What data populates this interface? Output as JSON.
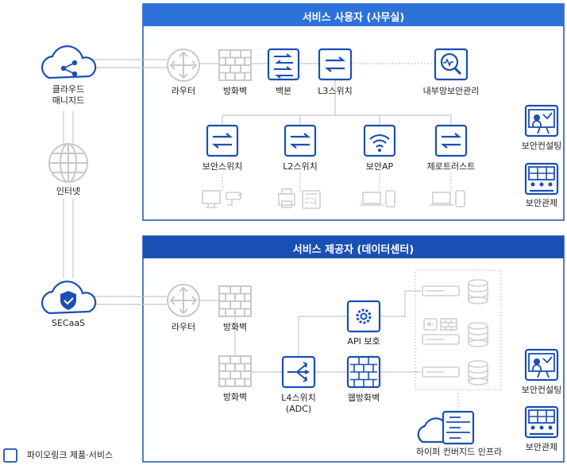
{
  "colors": {
    "brand_blue": "#1a4fb4",
    "header_blue_light": "#2d72d9",
    "header_blue_dark": "#1a4fb4",
    "line_gray": "#c6c6c6",
    "icon_gray": "#cfcfcf"
  },
  "sections": {
    "office_title": "서비스 사용자 (사무실)",
    "datacenter_title": "서비스 제공자 (데이터센터)"
  },
  "left": {
    "cloud_managed": "클라우드\n매니지드",
    "internet": "인터넷",
    "secaas": "SECaaS"
  },
  "office": {
    "router": "라우터",
    "firewall": "방화벽",
    "backbone": "백본",
    "l3switch": "L3스위치",
    "internal_mgmt": "내부망보안관리",
    "security_switch": "보안스위치",
    "l2switch": "L2스위치",
    "security_ap": "보안AP",
    "zero_trust": "제로트러스트"
  },
  "datacenter": {
    "router": "라우터",
    "firewall1": "방화벽",
    "firewall2": "방화벽",
    "l4switch": "L4스위치\n(ADC)",
    "api_protect": "API 보호",
    "web_firewall": "웹방화벽",
    "hyper_converged": "하이퍼 컨버지드 인프라"
  },
  "right": {
    "consulting_top": "보안컨설팅",
    "monitoring_top": "보안관제",
    "consulting_bottom": "보안컨설팅",
    "monitoring_bottom": "보안관제"
  },
  "legend": {
    "label": "파이오링크 제품·서비스"
  }
}
